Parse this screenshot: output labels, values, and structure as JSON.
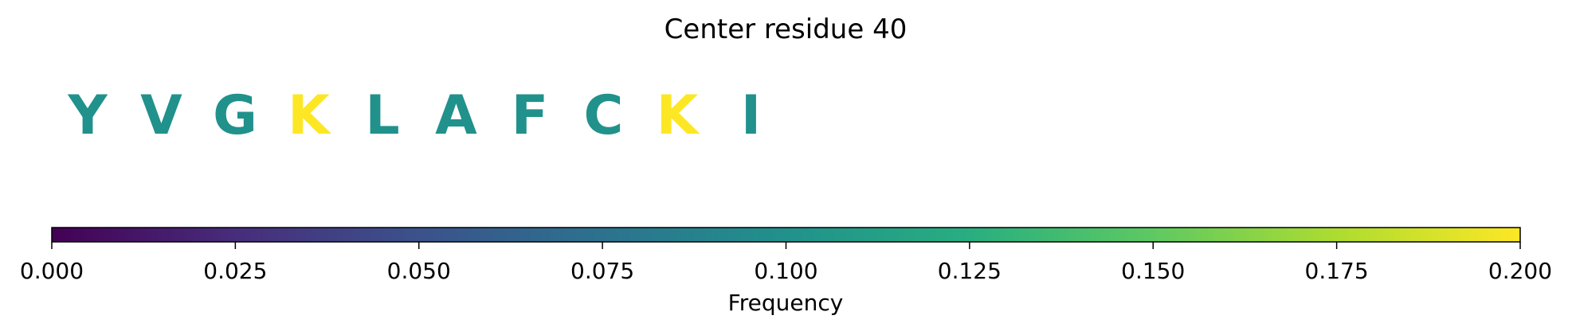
{
  "chart_data": {
    "type": "heatmap",
    "title": "Center residue 40",
    "residues": [
      {
        "letter": "Y",
        "value": 0.1
      },
      {
        "letter": "V",
        "value": 0.1
      },
      {
        "letter": "G",
        "value": 0.1
      },
      {
        "letter": "K",
        "value": 0.2
      },
      {
        "letter": "L",
        "value": 0.1
      },
      {
        "letter": "A",
        "value": 0.1
      },
      {
        "letter": "F",
        "value": 0.1
      },
      {
        "letter": "C",
        "value": 0.1
      },
      {
        "letter": "K",
        "value": 0.2
      },
      {
        "letter": "I",
        "value": 0.1
      }
    ],
    "colorbar": {
      "colormap": "viridis",
      "range": [
        0,
        0.2
      ],
      "ticks": [
        "0.000",
        "0.025",
        "0.050",
        "0.075",
        "0.100",
        "0.125",
        "0.150",
        "0.175",
        "0.200"
      ],
      "label": "Frequency"
    }
  }
}
